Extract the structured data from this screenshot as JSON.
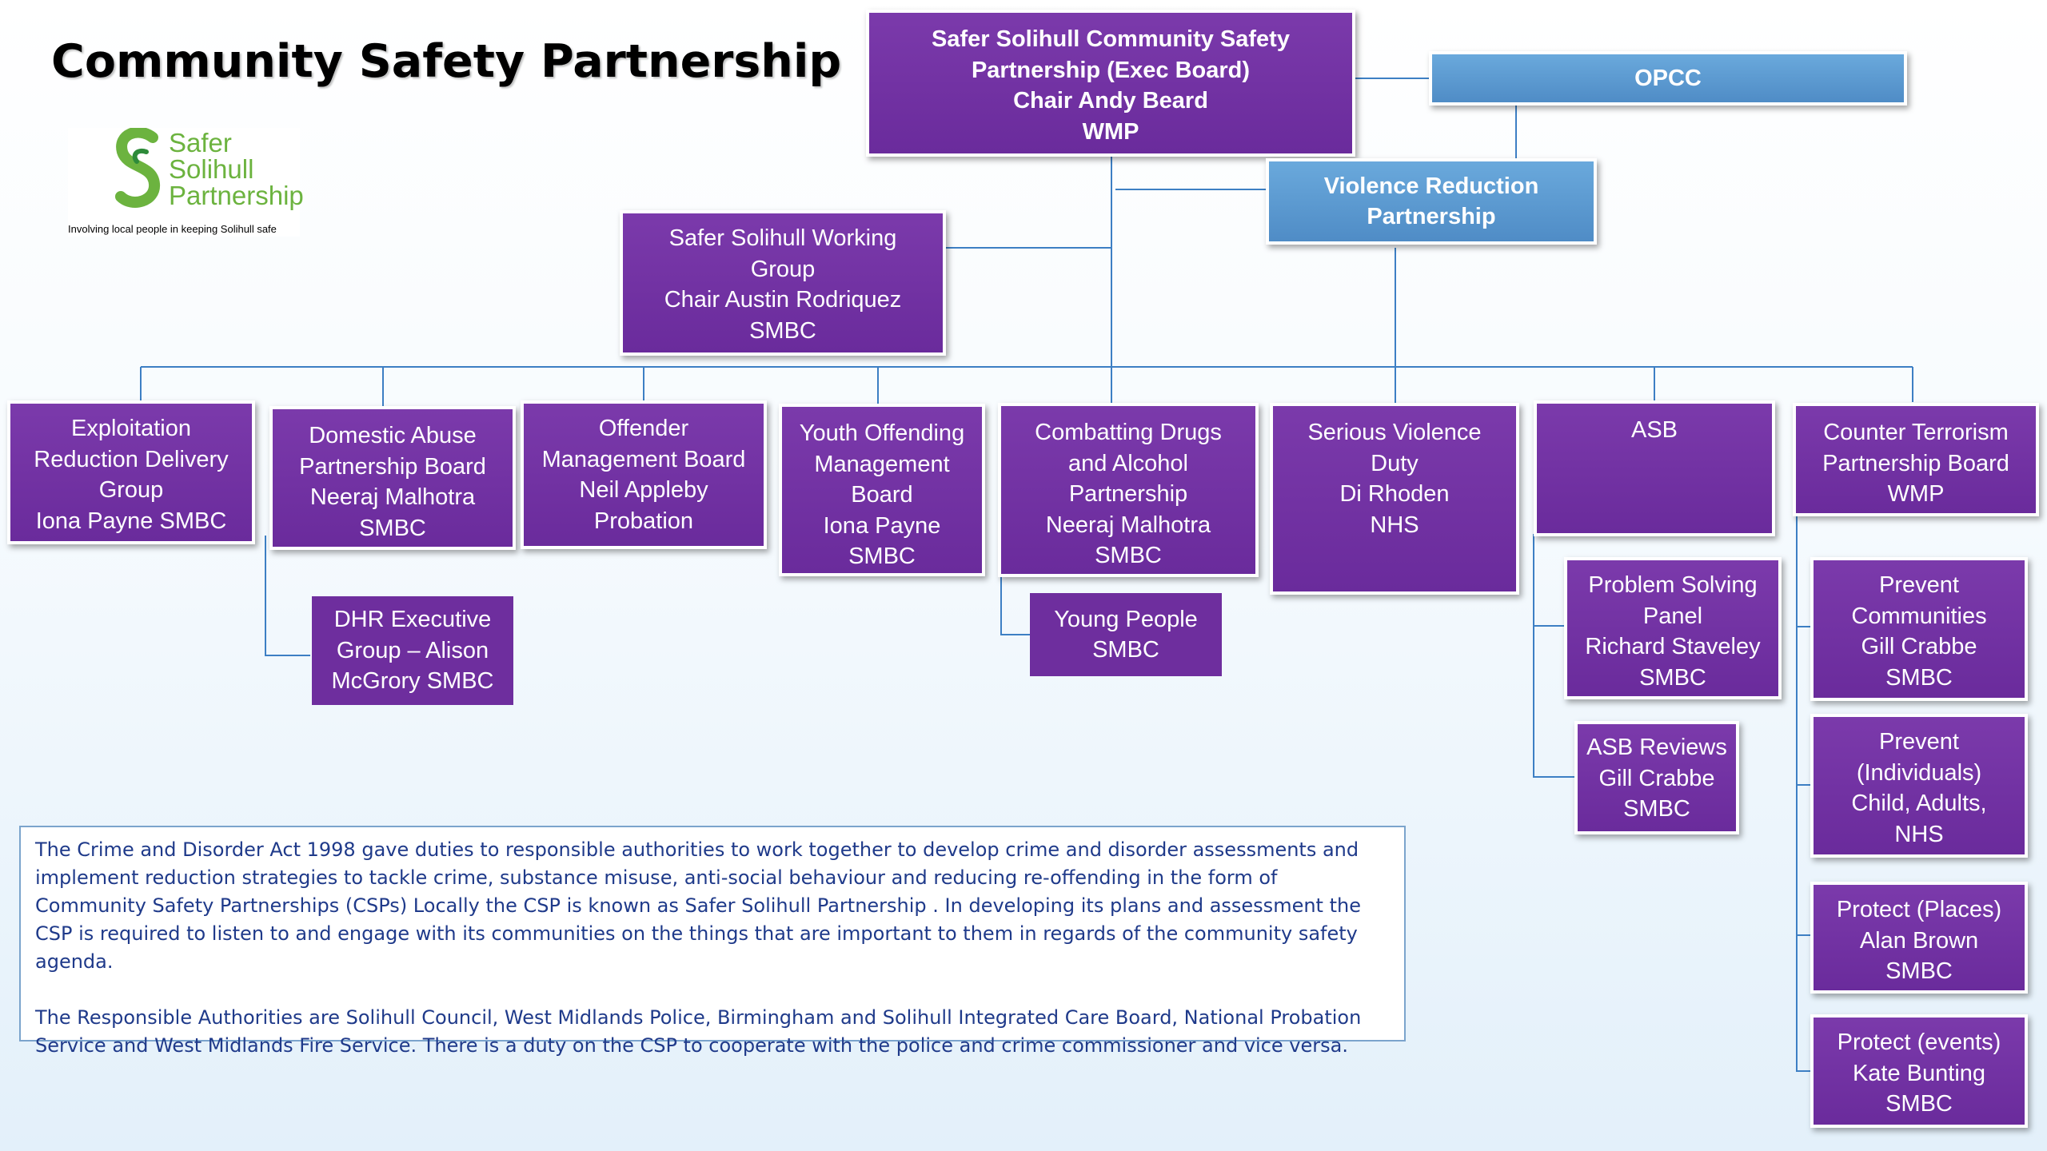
{
  "title": "Community Safety Partnership",
  "logo": {
    "line1": "Safer",
    "line2": "Solihull",
    "line3": "Partnership",
    "tagline": "Involving local people in keeping Solihull safe"
  },
  "boxes": {
    "exec": [
      "Safer Solihull Community Safety",
      "Partnership (Exec Board)",
      "Chair Andy Beard",
      "WMP"
    ],
    "opcc": [
      "OPCC"
    ],
    "vrp": [
      "Violence Reduction",
      "Partnership"
    ],
    "working": [
      "Safer Solihull Working",
      "Group",
      "Chair Austin Rodriquez",
      "SMBC"
    ],
    "exploitation": [
      "Exploitation",
      "Reduction Delivery",
      "Group",
      "Iona Payne SMBC"
    ],
    "domestic": [
      "Domestic Abuse",
      "Partnership Board",
      "Neeraj Malhotra",
      "SMBC"
    ],
    "offender": [
      "Offender",
      "Management Board",
      "Neil Appleby",
      "Probation"
    ],
    "youth": [
      "Youth Offending",
      "Management",
      "Board",
      "Iona Payne",
      "SMBC"
    ],
    "drugs": [
      "Combatting Drugs",
      "and Alcohol",
      "Partnership",
      "Neeraj Malhotra",
      "SMBC"
    ],
    "serious": [
      "Serious Violence",
      "Duty",
      "Di Rhoden",
      "NHS"
    ],
    "asb": [
      "ASB"
    ],
    "counter": [
      "Counter Terrorism",
      "Partnership Board",
      "WMP"
    ],
    "dhr": [
      "DHR Executive",
      "Group – Alison",
      "McGrory  SMBC"
    ],
    "young": [
      "Young People",
      "SMBC"
    ],
    "problem": [
      "Problem Solving",
      "Panel",
      "Richard Staveley",
      "SMBC"
    ],
    "asbreviews": [
      "ASB Reviews",
      "Gill Crabbe",
      "SMBC"
    ],
    "prevent_comm": [
      "Prevent",
      "Communities",
      "Gill Crabbe",
      "SMBC"
    ],
    "prevent_ind": [
      "Prevent",
      "(Individuals)",
      "Child, Adults,",
      "NHS"
    ],
    "protect_places": [
      "Protect (Places)",
      "Alan Brown",
      "SMBC"
    ],
    "protect_events": [
      "Protect (events)",
      "Kate Bunting",
      "SMBC"
    ]
  },
  "note": {
    "p1": "The Crime and Disorder Act 1998 gave duties to responsible authorities to work together to develop crime and disorder assessments and implement reduction strategies to tackle crime, substance misuse, anti-social behaviour and reducing re-offending in the form of Community Safety Partnerships (CSPs) Locally the CSP is known as Safer Solihull Partnership . In developing its plans and assessment the CSP is required to listen to and engage with its communities on the things that are important to them in regards of the community safety agenda.",
    "p2": "The Responsible Authorities are Solihull Council, West Midlands Police, Birmingham and Solihull Integrated Care Board, National Probation Service and West Midlands Fire Service. There is a duty on the CSP to cooperate with the police and crime commissioner and vice versa."
  },
  "colors": {
    "box_purple": "#6a2b9c",
    "box_blue": "#5b9bd5",
    "connector": "#3d7fc4",
    "note_text": "#1f3a8a"
  }
}
